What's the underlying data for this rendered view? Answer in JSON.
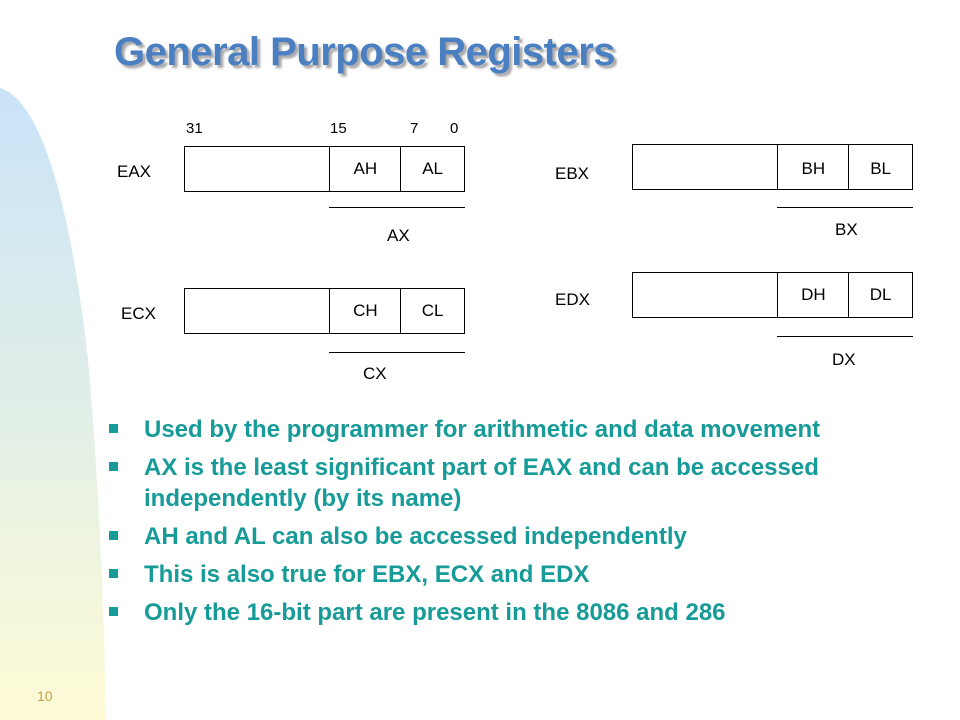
{
  "slide": {
    "title": "General Purpose Registers",
    "page_number": "10"
  },
  "diagram": {
    "bit_positions": [
      "31",
      "15",
      "7",
      "0"
    ],
    "registers": [
      {
        "name": "EAX",
        "high": "AH",
        "low": "AL",
        "word": "AX"
      },
      {
        "name": "ECX",
        "high": "CH",
        "low": "CL",
        "word": "CX"
      },
      {
        "name": "EBX",
        "high": "BH",
        "low": "BL",
        "word": "BX"
      },
      {
        "name": "EDX",
        "high": "DH",
        "low": "DL",
        "word": "DX"
      }
    ]
  },
  "bullets": [
    "Used by the programmer for arithmetic and data movement",
    "AX is the least significant part of EAX and can be accessed independently (by its name)",
    "AH and AL can also be accessed independently",
    "This is also true for EBX, ECX and EDX",
    "Only the 16-bit part are present in the 8086 and 286"
  ],
  "colors": {
    "title": "#4a7fc1",
    "bullet_text": "#179b98",
    "swoosh_blue": "#cfe6f7",
    "swoosh_yellow": "#fdf9d2",
    "page_number": "#c7a14a"
  }
}
